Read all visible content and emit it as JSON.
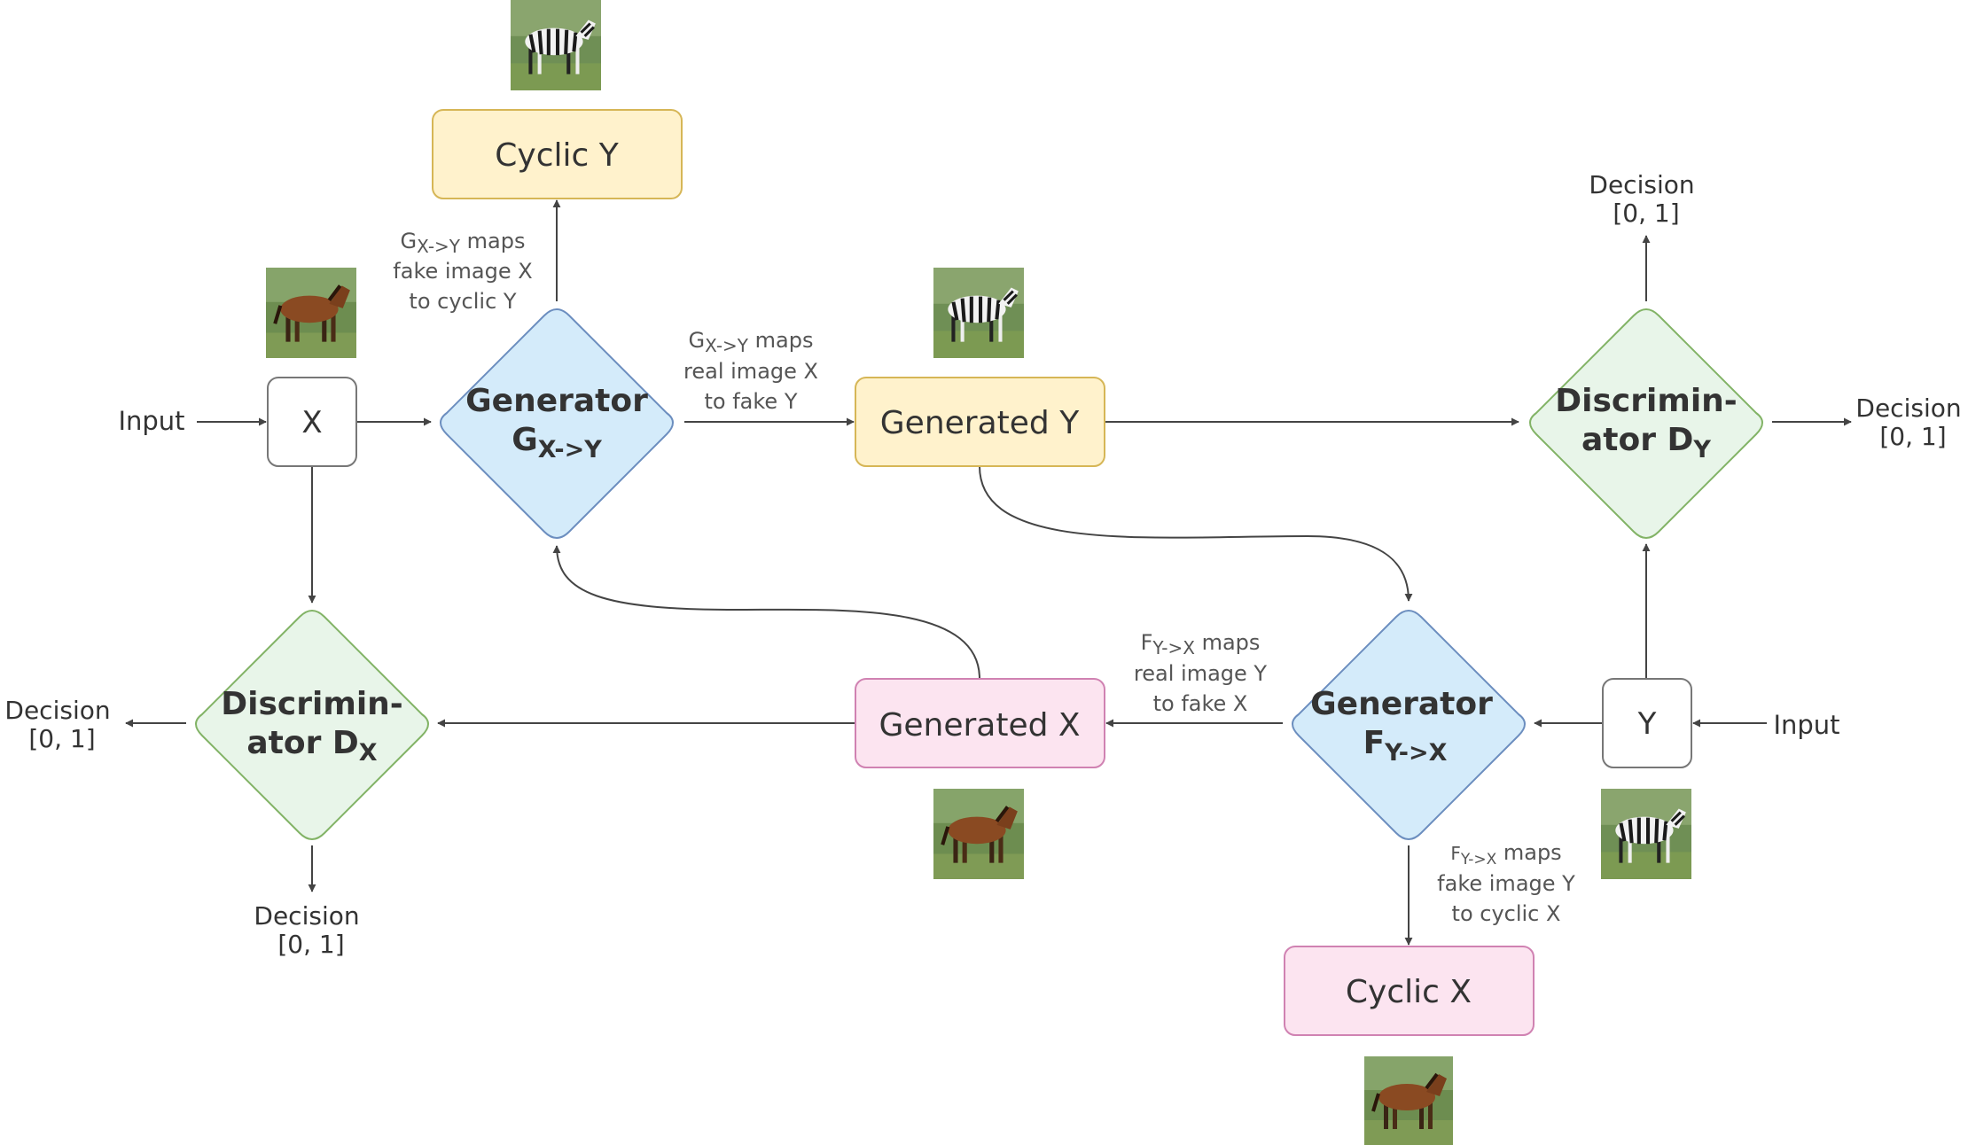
{
  "inputs": {
    "x_label": "Input",
    "y_label": "Input"
  },
  "nodes": {
    "x": "X",
    "y": "Y",
    "cyclic_y": "Cyclic Y",
    "generated_y": "Generated Y",
    "generated_x": "Generated X",
    "cyclic_x": "Cyclic X"
  },
  "generator_g": {
    "line1": "Generator",
    "main": "G",
    "sub": "X->Y"
  },
  "generator_f": {
    "line1": "Generator",
    "main": "F",
    "sub": "Y->X"
  },
  "discriminator_y": {
    "line1": "Discrimin-",
    "line2": "ator D",
    "sub": "Y"
  },
  "discriminator_x": {
    "line1": "Discrimin-",
    "line2": "ator D",
    "sub": "X"
  },
  "notes": {
    "g_cyclic": {
      "main": "G",
      "sub": "X->Y",
      "rest": " maps",
      "line2": "fake image X",
      "line3": "to cyclic Y"
    },
    "g_fake": {
      "main": "G",
      "sub": "X->Y",
      "rest": " maps",
      "line2": "real image X",
      "line3": "to fake Y"
    },
    "f_fake": {
      "main": "F",
      "sub": "Y->X",
      "rest": " maps",
      "line2": "real image Y",
      "line3": "to fake X"
    },
    "f_cyclic": {
      "main": "F",
      "sub": "Y->X",
      "rest": " maps",
      "line2": "fake image Y",
      "line3": "to cyclic X"
    }
  },
  "decisions": {
    "dy_top": {
      "line1": "Decision",
      "line2": "[0, 1]"
    },
    "dy_right": {
      "line1": "Decision",
      "line2": "[0, 1]"
    },
    "dx_left": {
      "line1": "Decision",
      "line2": "[0, 1]"
    },
    "dx_bottom": {
      "line1": "Decision",
      "line2": "[0, 1]"
    }
  },
  "thumbnails": {
    "above_cyclic_y": "zebra",
    "above_x": "horse",
    "above_generated_y": "zebra",
    "below_generated_x": "horse",
    "below_y": "zebra",
    "below_cyclic_x": "horse"
  },
  "colors": {
    "yellow_fill": "#fff2cc",
    "yellow_stroke": "#d6b656",
    "blue_fill": "#d4ebfa",
    "blue_stroke": "#6c8ebf",
    "green_fill": "#e8f5e9",
    "green_stroke": "#82b366",
    "pink_fill": "#fce4f0",
    "pink_stroke": "#d082b2",
    "arrow": "#444444"
  }
}
